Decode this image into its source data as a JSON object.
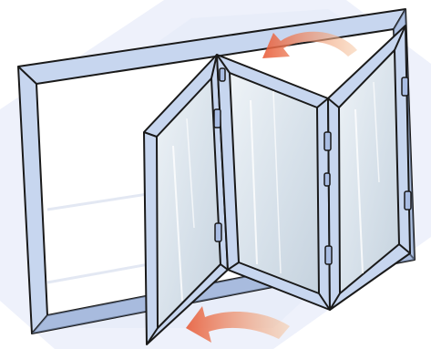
{
  "illustration": {
    "subject_icon": "bifold-window-icon",
    "panel_count": 3,
    "hinge_count": 8,
    "arrow_count": 2,
    "colors": {
      "background": "#ffffff",
      "background_shape": "#eef1fb",
      "frame_fill": "#c7d6ef",
      "frame_shade": "#8ea6d0",
      "outline": "#1a1a1a",
      "glass": "#d9e3ec",
      "glass_highlight": "#ffffff",
      "hinge": "#a9bde3",
      "arrow_start": "#f2b07a",
      "arrow_end": "#e85d3a"
    }
  }
}
